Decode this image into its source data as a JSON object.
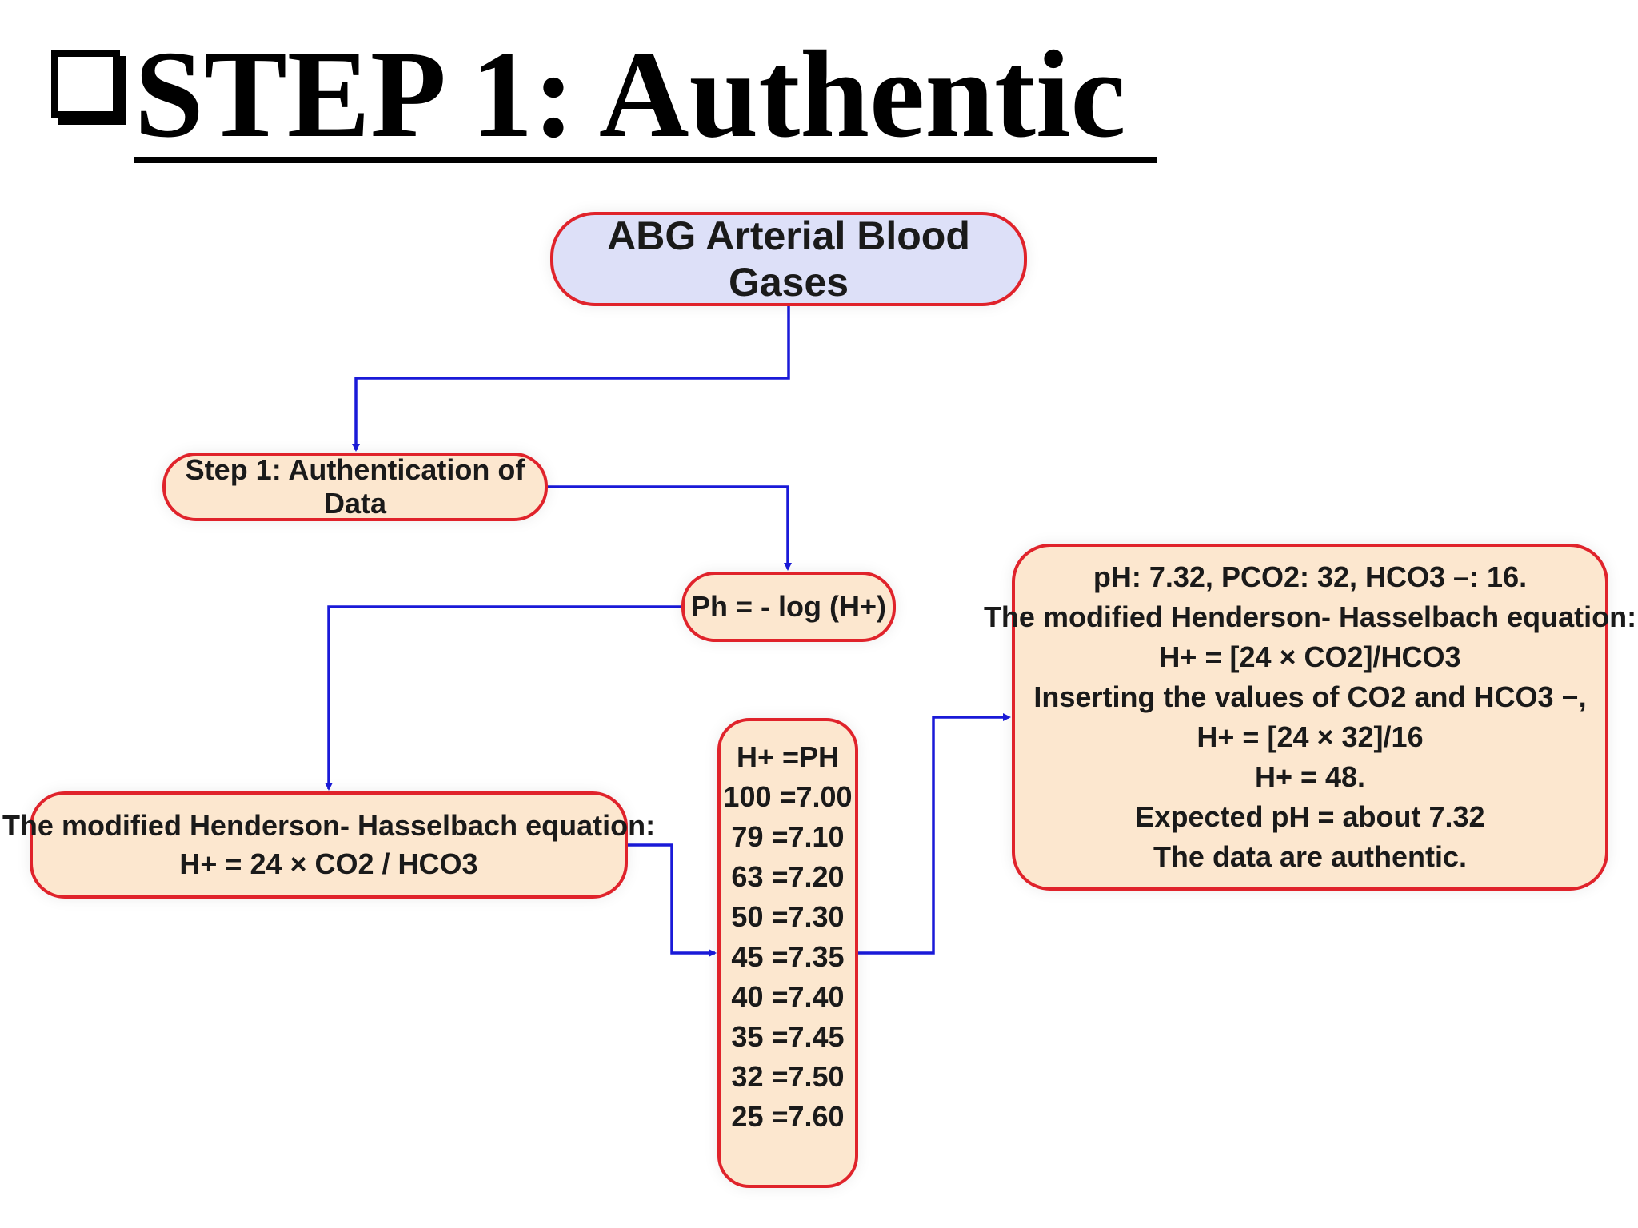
{
  "title": {
    "text": "STEP 1: Authentic "
  },
  "nodes": {
    "abg": "ABG Arterial Blood Gases",
    "step1": "Step 1: Authentication of Data",
    "ph_formula": "Ph =  -  log (H+)",
    "henderson": {
      "lines": [
        "The modified Henderson- Hasselbach equation:",
        "H+ = 24 × CO2 / HCO3"
      ]
    },
    "hplus_table": {
      "header": "H+ =PH",
      "rows": [
        "100 =7.00",
        "79 =7.10",
        "63 =7.20",
        "50 =7.30",
        "45 =7.35",
        "40 =7.40",
        "35 =7.45",
        "32 =7.50",
        "25 =7.60"
      ]
    },
    "result": {
      "lines": [
        "pH: 7.32, PCO2: 32, HCO3 –: 16.",
        "The modified Henderson- Hasselbach equation:",
        "H+ = [24 × CO2]/HCO3",
        "Inserting the values of CO2 and HCO3 −,",
        "H+ = [24 × 32]/16",
        "H+ = 48.",
        "Expected pH = about 7.32",
        "The data are authentic."
      ]
    }
  },
  "colors": {
    "node_border": "#e0232b",
    "node_fill": "#fce7cf",
    "top_node_fill": "#dde0f8",
    "connector": "#1a1ad8"
  }
}
